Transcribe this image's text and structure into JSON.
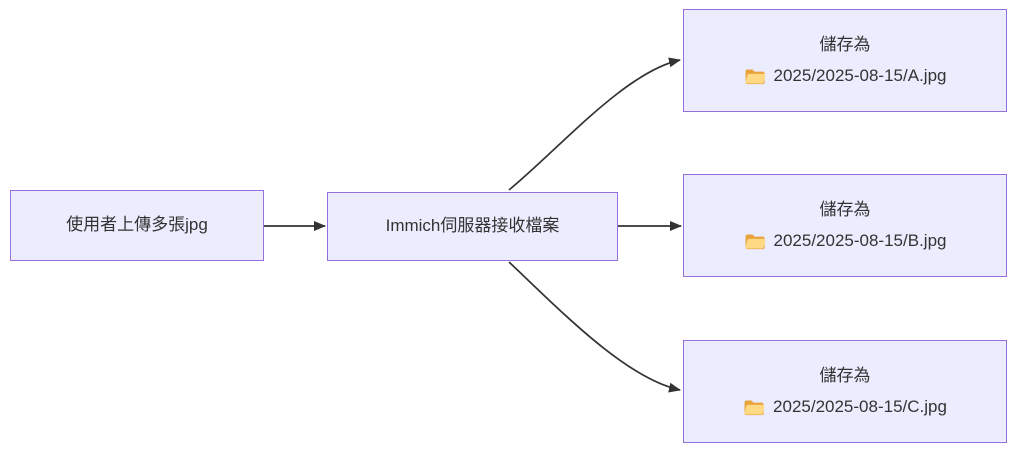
{
  "diagram": {
    "type": "flowchart-left-to-right",
    "background": "#ffffff",
    "nodes": {
      "user_upload": {
        "label": "使用者上傳多張jpg"
      },
      "server": {
        "label": "Immich伺服器接收檔案"
      },
      "outputs": [
        {
          "title": "儲存為",
          "icon": "folder-icon",
          "path": "2025/2025-08-15/A.jpg"
        },
        {
          "title": "儲存為",
          "icon": "folder-icon",
          "path": "2025/2025-08-15/B.jpg"
        },
        {
          "title": "儲存為",
          "icon": "folder-icon",
          "path": "2025/2025-08-15/C.jpg"
        }
      ]
    },
    "edges": [
      {
        "from": "user_upload",
        "to": "server"
      },
      {
        "from": "server",
        "to": "output_a"
      },
      {
        "from": "server",
        "to": "output_b"
      },
      {
        "from": "server",
        "to": "output_c"
      }
    ],
    "colors": {
      "node_fill": "#ECECFF",
      "node_border": "#9370DB",
      "edge_line": "#333333",
      "text": "#333333",
      "folder_back": "#E8A33D",
      "folder_front": "#FFD983"
    }
  }
}
